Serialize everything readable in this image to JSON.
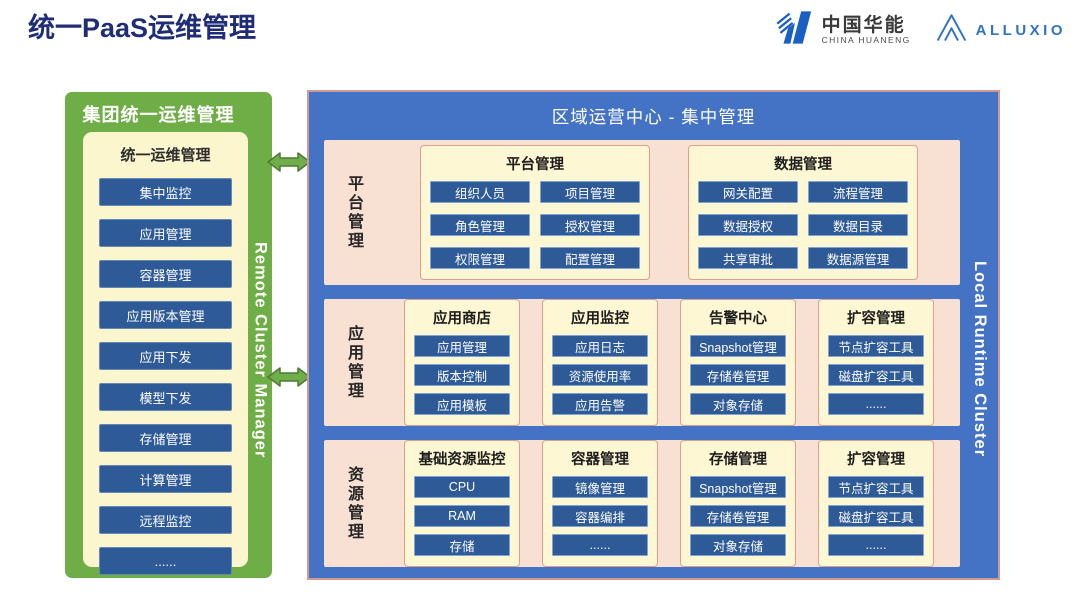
{
  "page": {
    "title": "统一PaaS运维管理"
  },
  "logos": {
    "huaneng": {
      "name": "中国华能",
      "subtitle": "CHINA HUANENG",
      "icon": "huaneng-h-mark"
    },
    "alluxio": {
      "name": "ALLUXIO",
      "icon": "alluxio-triangle-mark"
    }
  },
  "connectors": {
    "icon": "double-headed-arrow",
    "count": 2
  },
  "left_panel": {
    "title": "集团统一运维管理",
    "side_label": "Remote Cluster Manager",
    "inner": {
      "title": "统一运维管理",
      "buttons": [
        "集中监控",
        "应用管理",
        "容器管理",
        "应用版本管理",
        "应用下发",
        "模型下发",
        "存储管理",
        "计算管理",
        "远程监控",
        "......"
      ]
    }
  },
  "right_panel": {
    "title": "区域运营中心 - 集中管理",
    "side_label": "Local Runtime Cluster",
    "rows": [
      {
        "label": "平台管理",
        "groups": [
          {
            "title": "平台管理",
            "columns": 2,
            "buttons": [
              "组织人员",
              "项目管理",
              "角色管理",
              "授权管理",
              "权限管理",
              "配置管理"
            ]
          },
          {
            "title": "数据管理",
            "columns": 2,
            "buttons": [
              "网关配置",
              "流程管理",
              "数据授权",
              "数据目录",
              "共享审批",
              "数据源管理"
            ]
          }
        ]
      },
      {
        "label": "应用管理",
        "groups": [
          {
            "title": "应用商店",
            "columns": 1,
            "buttons": [
              "应用管理",
              "版本控制",
              "应用模板"
            ]
          },
          {
            "title": "应用监控",
            "columns": 1,
            "buttons": [
              "应用日志",
              "资源使用率",
              "应用告警"
            ]
          },
          {
            "title": "告警中心",
            "columns": 1,
            "buttons": [
              "Snapshot管理",
              "存储卷管理",
              "对象存储"
            ]
          },
          {
            "title": "扩容管理",
            "columns": 1,
            "buttons": [
              "节点扩容工具",
              "磁盘扩容工具",
              "......"
            ]
          }
        ]
      },
      {
        "label": "资源管理",
        "groups": [
          {
            "title": "基础资源监控",
            "columns": 1,
            "buttons": [
              "CPU",
              "RAM",
              "存储"
            ]
          },
          {
            "title": "容器管理",
            "columns": 1,
            "buttons": [
              "镜像管理",
              "容器编排",
              "......"
            ]
          },
          {
            "title": "存储管理",
            "columns": 1,
            "buttons": [
              "Snapshot管理",
              "存储卷管理",
              "对象存储"
            ]
          },
          {
            "title": "扩容管理",
            "columns": 1,
            "buttons": [
              "节点扩容工具",
              "磁盘扩容工具",
              "......"
            ]
          }
        ]
      }
    ]
  },
  "colors": {
    "title_navy": "#1f2c78",
    "green_panel": "#6fad47",
    "cream_box": "#fcf6cf",
    "module_button_blue": "#2e5a97",
    "blue_panel": "#4472c4",
    "blue_panel_border": "#cf9a94",
    "row_salmon": "#f8e1d2",
    "group_yellow": "#fdf7d3",
    "group_border": "#dc9f8d",
    "logo_blue": "#1a5fc3",
    "alluxio_blue": "#2f72c8"
  }
}
